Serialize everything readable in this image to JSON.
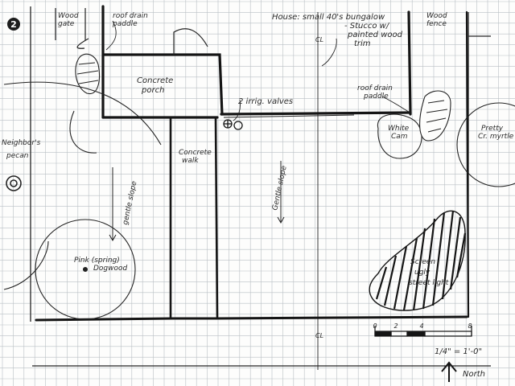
{
  "sheet": {
    "number": "2",
    "grid_color": "#b9bfc4",
    "ink_color": "#1d1d1d"
  },
  "labels": {
    "wood_gate": [
      "Wood",
      "gate"
    ],
    "roof_drain_left": [
      "roof drain",
      "paddle"
    ],
    "house": [
      "House: small 40's bungalow",
      "- Stucco w/",
      "painted wood",
      "trim"
    ],
    "wood_fence": [
      "Wood",
      "fence"
    ],
    "concrete_porch": [
      "Concrete",
      "porch"
    ],
    "irrigation": "2 irrig. valves",
    "roof_drain_right": [
      "roof drain",
      "paddle"
    ],
    "neighbors_pecan": [
      "Neighbor's",
      "pecan"
    ],
    "white_cam": [
      "White",
      "Cam"
    ],
    "crepe_myrtle": [
      "Pretty",
      "Cr. myrtle"
    ],
    "concrete_walk": [
      "Concrete",
      "walk"
    ],
    "gentle_slope_left": "gentle slope",
    "gentle_slope_center": "Gentle slope",
    "dogwood": [
      "Pink (spring)",
      "Dogwood"
    ],
    "screen": [
      "Screen",
      "ugly",
      "street light"
    ],
    "scale_ticks": [
      "0",
      "2",
      "4",
      "8"
    ],
    "scale_text": "1/4\" = 1'-0\"",
    "centerline": "CL",
    "north": "North"
  },
  "icons": {
    "north_arrow": "north-arrow-icon",
    "tree_symbol": "tree-symbol-icon",
    "valve_symbol": "valve-icon"
  }
}
